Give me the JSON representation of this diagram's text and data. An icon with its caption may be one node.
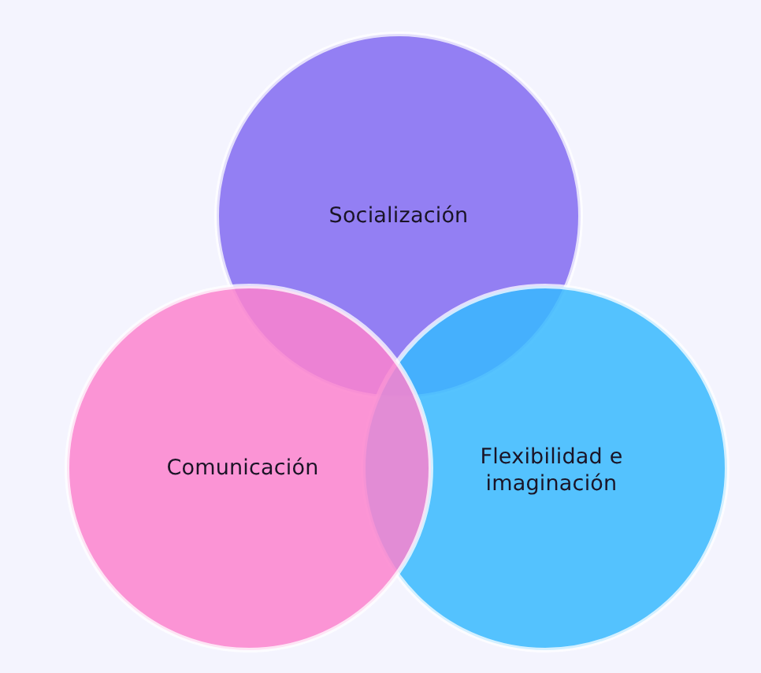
{
  "diagram": {
    "nodes": [
      {
        "text": [
          "Socialización"
        ]
      },
      {
        "text": [
          "Comunicación"
        ]
      },
      {
        "text": [
          "Flexibilidad e imaginación"
        ]
      }
    ]
  }
}
